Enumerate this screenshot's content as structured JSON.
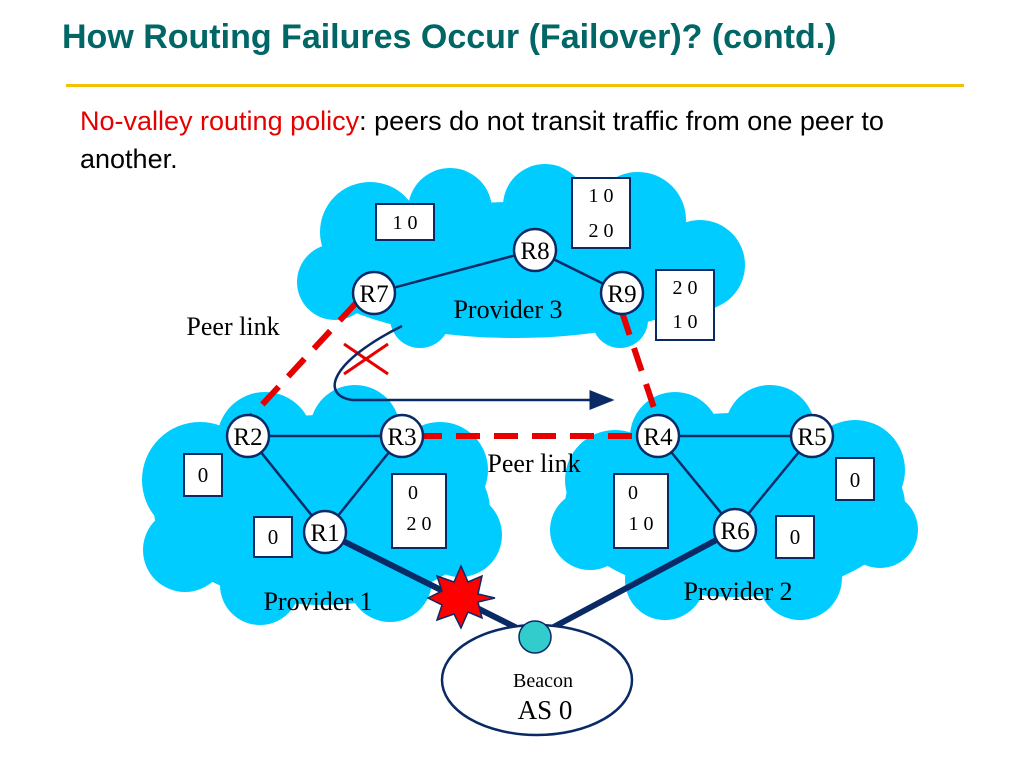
{
  "slide": {
    "title": "How Routing Failures Occur (Failover)? (contd.)",
    "policy_term": "No-valley routing policy",
    "policy_rest": ": peers do not transit traffic from one peer to another."
  },
  "diagram": {
    "clouds": {
      "provider1": "Provider 1",
      "provider2": "Provider 2",
      "provider3": "Provider 3"
    },
    "routers": {
      "r1": "R1",
      "r2": "R2",
      "r3": "R3",
      "r4": "R4",
      "r5": "R5",
      "r6": "R6",
      "r7": "R7",
      "r8": "R8",
      "r9": "R9"
    },
    "peer_link_labels": {
      "left": "Peer link",
      "middle": "Peer link"
    },
    "route_tables": {
      "r7": [
        "1 0"
      ],
      "r8": [
        "1 0",
        "2 0"
      ],
      "r9": [
        "2 0",
        "1 0"
      ],
      "r2": [
        "0"
      ],
      "r1": [
        "0"
      ],
      "r3": [
        "0",
        "2 0"
      ],
      "r4": [
        "0",
        "1 0"
      ],
      "r5": [
        "0"
      ],
      "r6": [
        "0"
      ]
    },
    "beacon": {
      "label": "Beacon",
      "as": "AS 0"
    },
    "colors": {
      "cloud": "#00ccff",
      "peer_link": "#e60000",
      "link": "#0a2a66",
      "beacon_node": "#33cccc",
      "failure_star": "#ff0000"
    }
  }
}
